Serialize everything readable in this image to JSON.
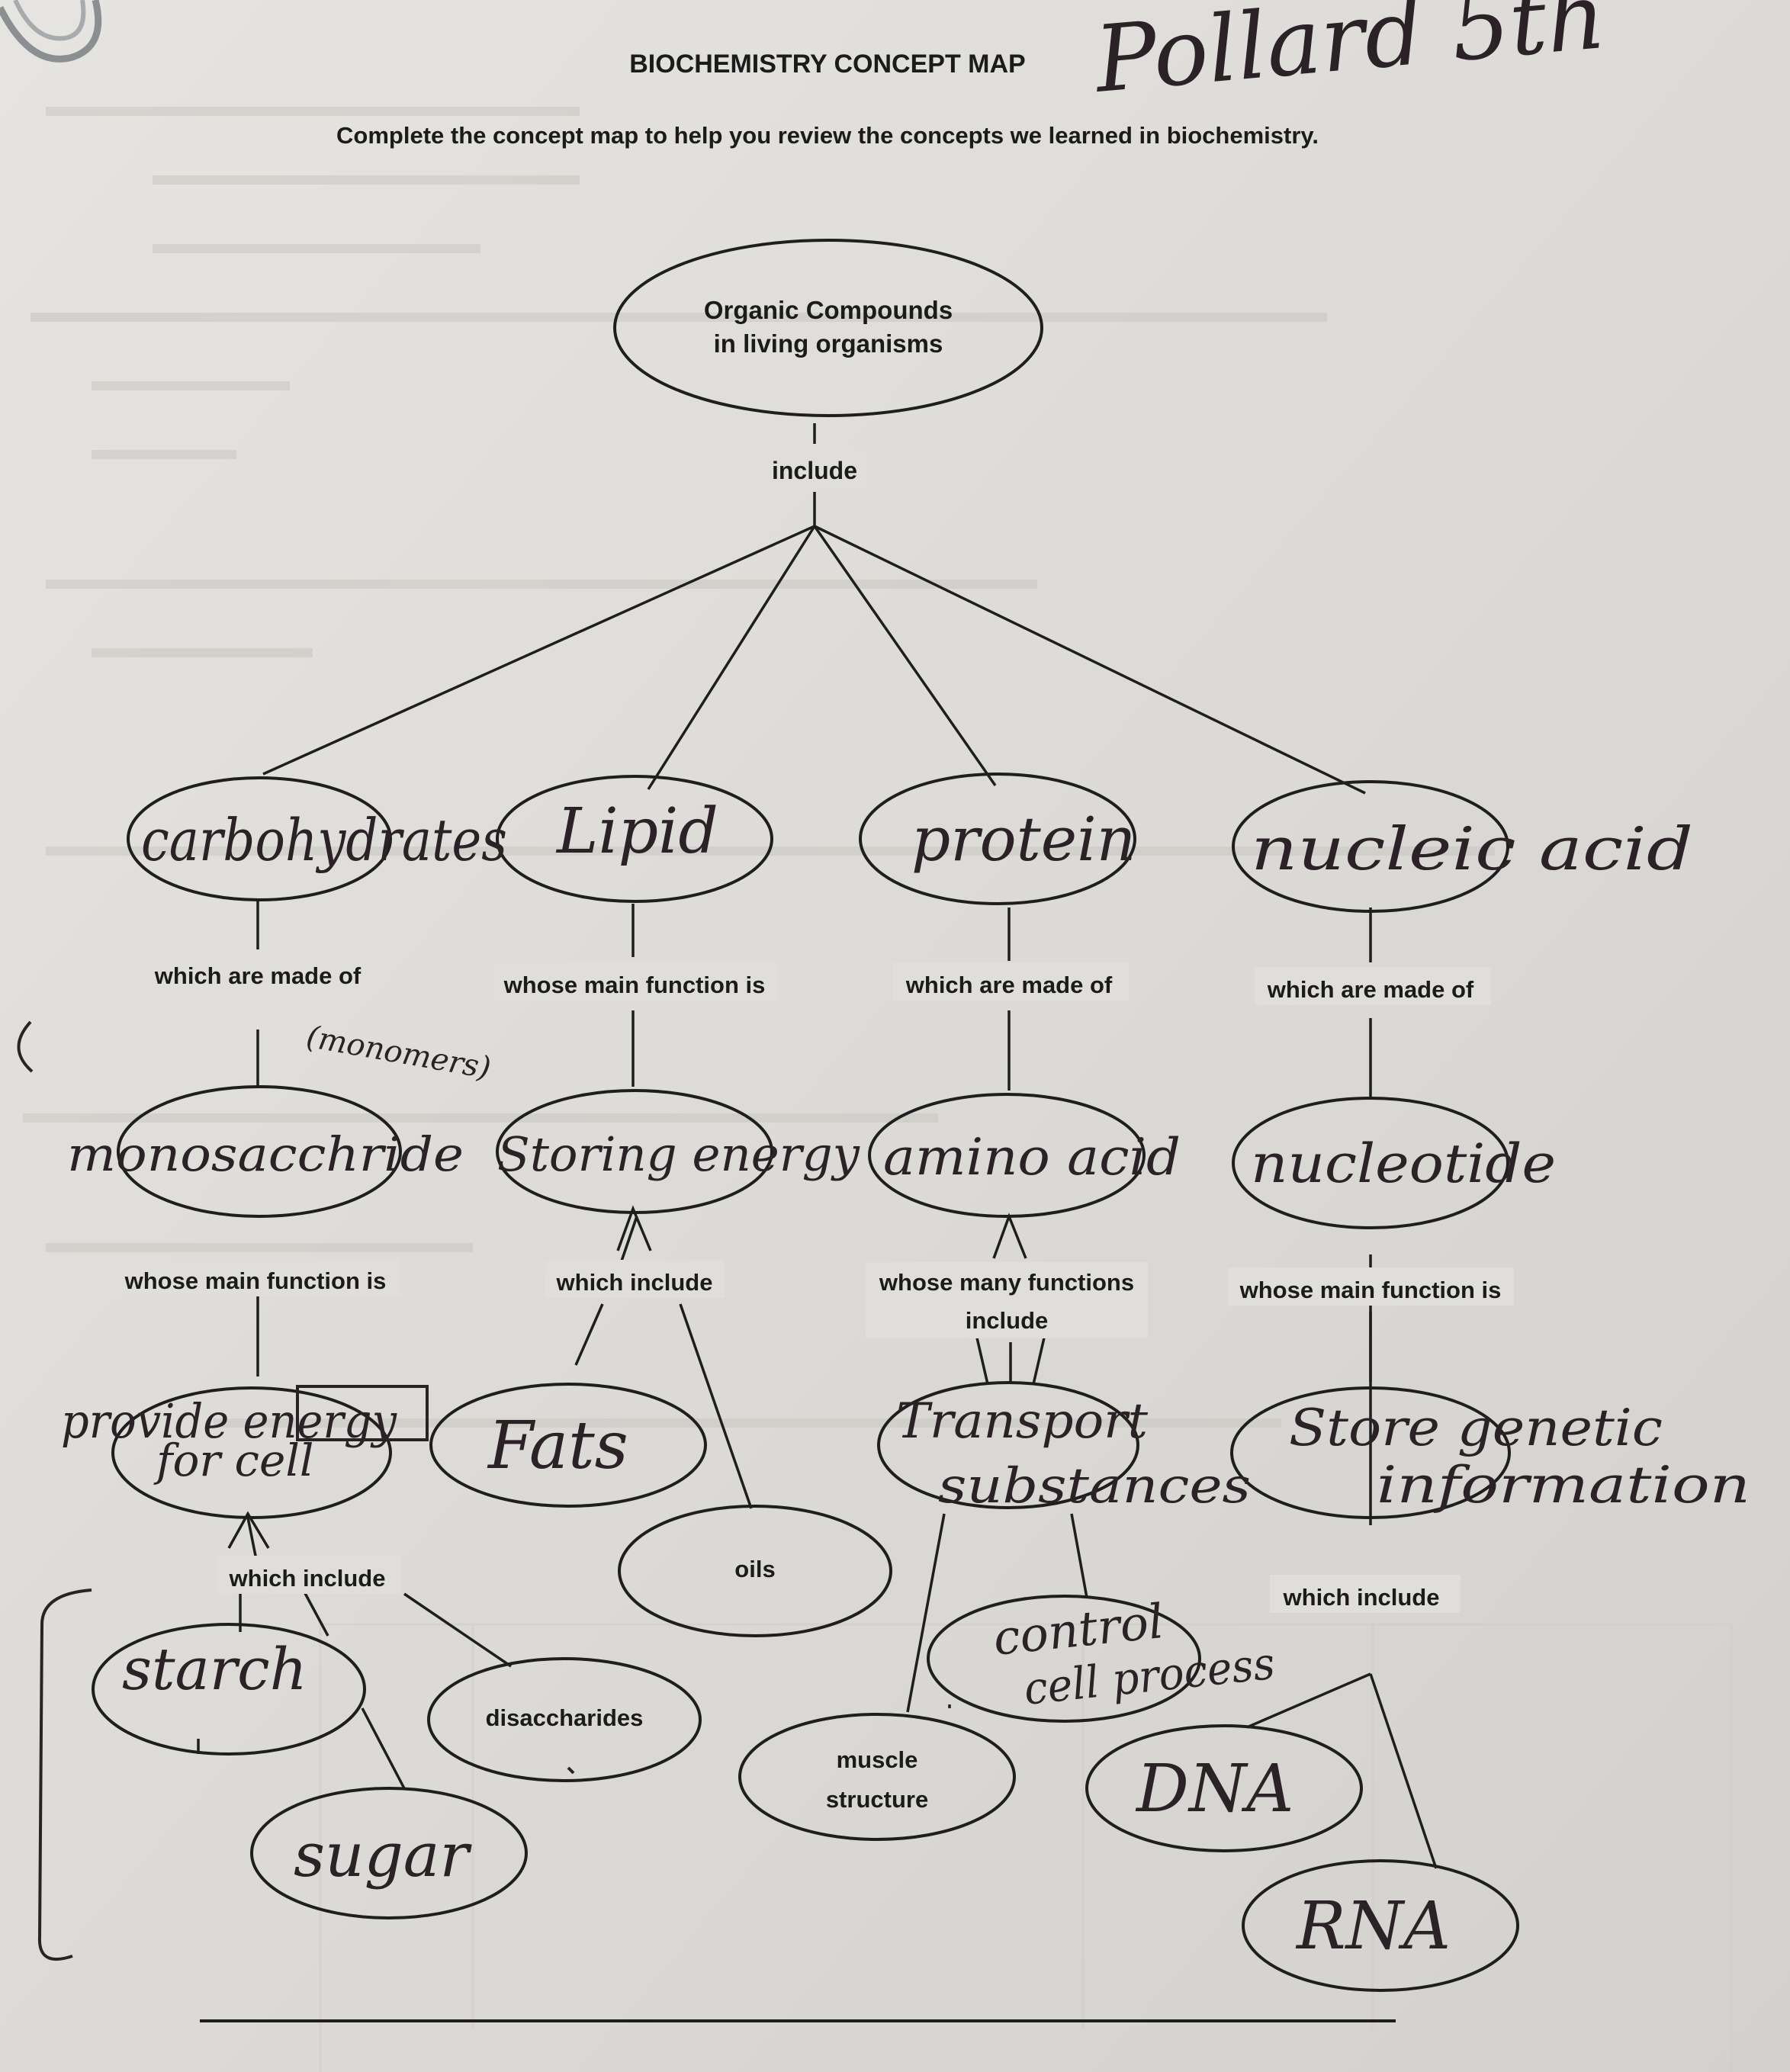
{
  "worksheet": {
    "title": "BIOCHEMISTRY CONCEPT MAP",
    "instructions": "Complete the concept map to help you review the concepts we learned in biochemistry.",
    "student_note": "Pollard 5th"
  },
  "nodes": {
    "root_line1": "Organic Compounds",
    "root_line2": "in living organisms",
    "carbohydrates": "carbohydrates",
    "lipid": "Lipid",
    "protein": "protein",
    "nucleic_acid": "nucleic acid",
    "monosaccharide": "monosacchride",
    "storing_energy": "Storing energy",
    "amino_acid": "amino acid",
    "nucleotide": "nucleotide",
    "provide_energy_line1": "provide energy",
    "provide_energy_line2": "for cell",
    "fats": "Fats",
    "oils": "oils",
    "transport_line1": "Transport",
    "transport_line2": "substances",
    "store_genetic_line1": "Store genetic",
    "store_genetic_line2": "information",
    "control_line1": "control",
    "control_line2": "cell process",
    "starch": "starch",
    "disaccharides": "disaccharides",
    "sugar": "sugar",
    "muscle_line1": "muscle",
    "muscle_line2": "structure",
    "dna": "DNA",
    "rna": "RNA"
  },
  "links": {
    "include": "include",
    "carb_made_of": "which are made of",
    "monomers_note": "(monomers)",
    "lipid_function": "whose main function is",
    "protein_made_of": "which are made of",
    "nucleic_made_of": "which are made of",
    "mono_function": "whose main function is",
    "lipid_include": "which include",
    "amino_functions_line1": "whose many functions",
    "amino_functions_line2": "include",
    "nucleotide_function": "whose main function is",
    "energy_include": "which include",
    "genetic_include": "which include"
  },
  "colors": {
    "paper": "#dcdad6",
    "print_ink": "#1b1b1b",
    "pencil_ink": "#2a2226",
    "show_through": "#c9c6c1"
  }
}
